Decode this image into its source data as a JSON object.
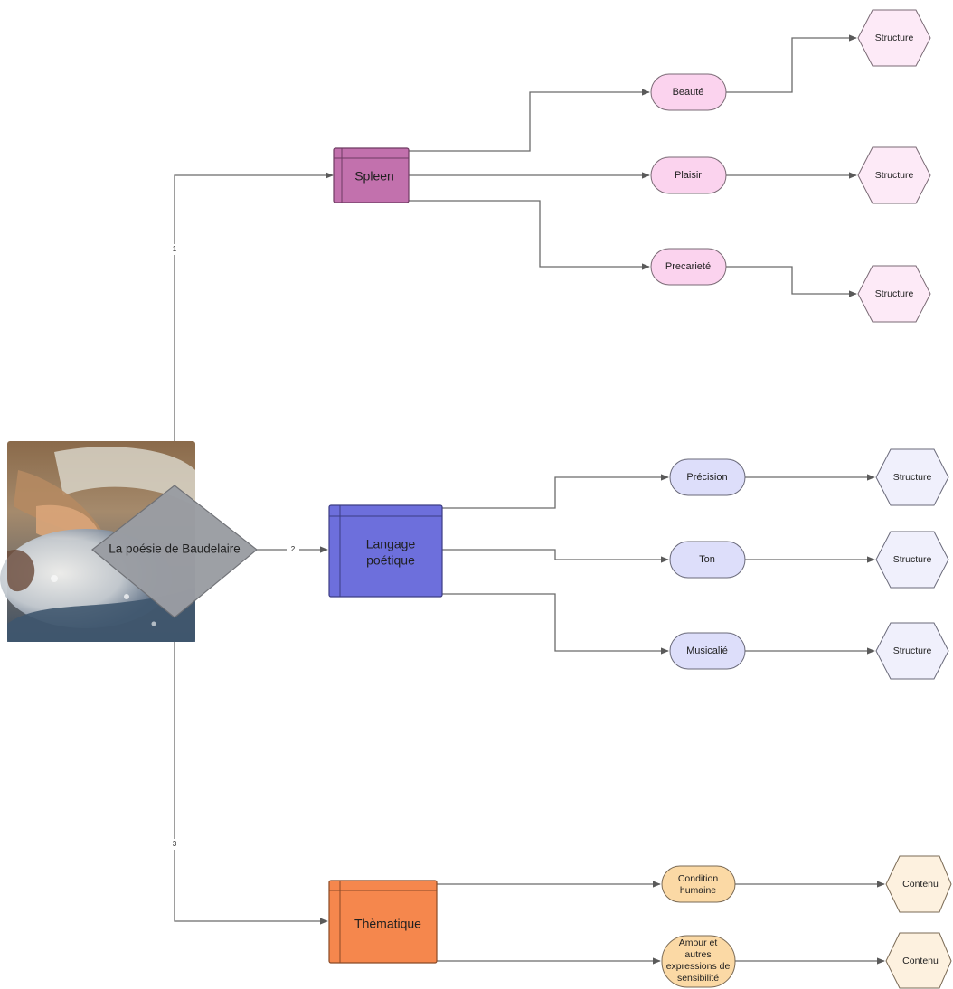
{
  "central": {
    "label": "La poésie de Baudelaire"
  },
  "edge_labels": {
    "spleen": "1",
    "langage": "2",
    "thematique": "3"
  },
  "branches": {
    "spleen": {
      "label": "Spleen",
      "fill": "#c271ad",
      "child_fill": "#fbd3ee",
      "leaf_fill": "#fdeaf7",
      "children": [
        {
          "label": "Beauté",
          "leaf": "Structure"
        },
        {
          "label": "Plaisir",
          "leaf": "Structure"
        },
        {
          "label": "Precarieté",
          "leaf": "Structure"
        }
      ]
    },
    "langage": {
      "label_line1": "Langage",
      "label_line2": "poétique",
      "fill": "#6d6fdc",
      "child_fill": "#dddefa",
      "leaf_fill": "#f0f0fc",
      "children": [
        {
          "label": "Précision",
          "leaf": "Structure"
        },
        {
          "label": "Ton",
          "leaf": "Structure"
        },
        {
          "label": "Musicalié",
          "leaf": "Structure"
        }
      ]
    },
    "thematique": {
      "label": "Thèmatique",
      "fill": "#f5874d",
      "child_fill": "#fbd9a5",
      "leaf_fill": "#fdf1df",
      "children": [
        {
          "label_lines": [
            "Condition",
            "humaine"
          ],
          "leaf": "Contenu"
        },
        {
          "label_lines": [
            "Amour et",
            "autres",
            "expressions de",
            "sensibilité"
          ],
          "leaf": "Contenu"
        }
      ]
    }
  }
}
